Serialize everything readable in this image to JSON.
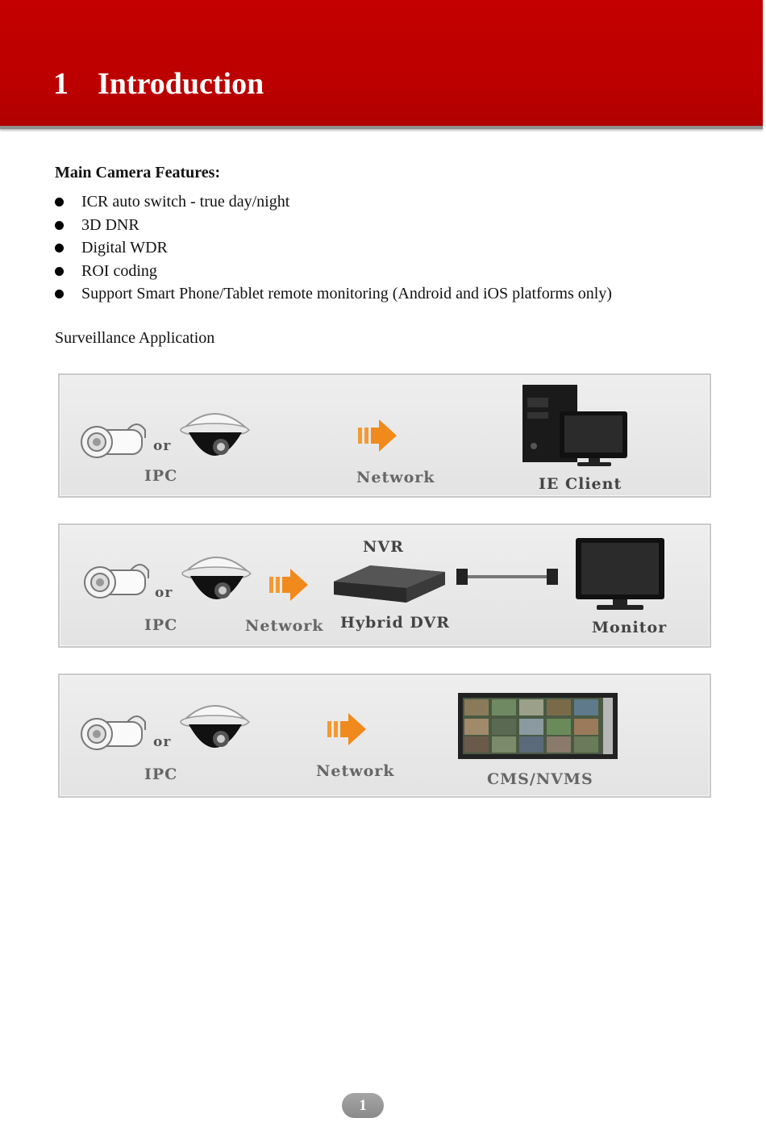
{
  "header": {
    "chapter_number": "1",
    "chapter_title": "Introduction"
  },
  "features": {
    "heading": "Main Camera Features:",
    "items": [
      "ICR auto switch - true day/night",
      "3D DNR",
      "Digital WDR",
      "ROI coding",
      "Support Smart Phone/Tablet remote monitoring (Android and iOS platforms only)"
    ]
  },
  "surveillance": {
    "heading": "Surveillance Application",
    "diagrams": [
      {
        "camera_label": "IPC",
        "or_label": "or",
        "network_label": "Network",
        "target_label": "IE Client"
      },
      {
        "camera_label": "IPC",
        "or_label": "or",
        "network_label": "Network",
        "recorder_top_label": "NVR",
        "recorder_bottom_label": "Hybrid DVR",
        "target_label": "Monitor"
      },
      {
        "camera_label": "IPC",
        "or_label": "or",
        "network_label": "Network",
        "target_label": "CMS/NVMS"
      }
    ]
  },
  "footer": {
    "page_number": "1"
  },
  "colors": {
    "header_red": "#c00000",
    "arrow_orange": "#f08a1c",
    "badge_gray": "#999999"
  }
}
